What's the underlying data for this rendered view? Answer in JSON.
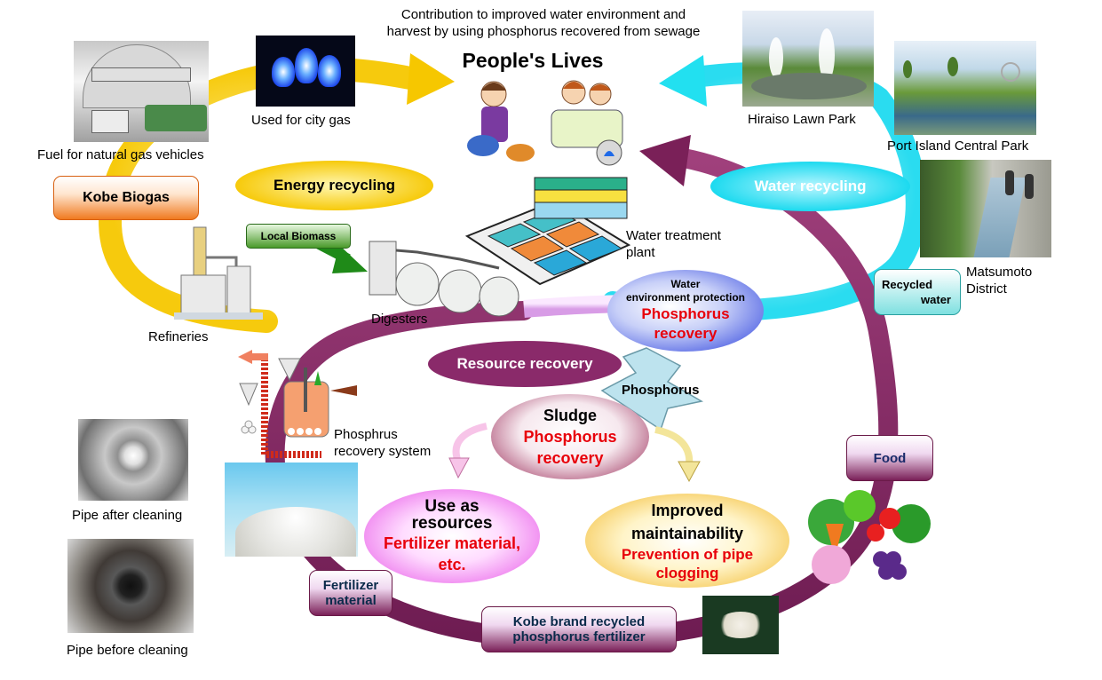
{
  "header": {
    "line1": "Contribution to improved water environment and",
    "line2": "harvest by using phosphorus recovered from sewage",
    "title": "People's Lives"
  },
  "photos": {
    "gas_station": "Fuel for natural gas vehicles",
    "gas_flame": "Used for city gas",
    "hiraiso": "Hiraiso Lawn Park",
    "port_island": "Port Island Central Park",
    "matsumoto_1": "Matsumoto",
    "matsumoto_2": "District",
    "pipe_after": "Pipe after cleaning",
    "pipe_before": "Pipe before cleaning"
  },
  "labels": {
    "kobe_biogas": "Kobe Biogas",
    "energy_recycling": "Energy recycling",
    "water_recycling": "Water recycling",
    "local_biomass": "Local Biomass",
    "water_treatment_1": "Water treatment",
    "water_treatment_2": "plant",
    "recycled_water_1": "Recycled",
    "recycled_water_2": "water",
    "refineries": "Refineries",
    "digesters": "Digesters",
    "resource_recovery": "Resource recovery",
    "phosphorus": "Phosphorus",
    "phosphrus_system_1": "Phosphrus",
    "phosphrus_system_2": "recovery system",
    "food": "Food",
    "fertilizer_material_1": "Fertilizer",
    "fertilizer_material_2": "material",
    "kobe_brand_1": "Kobe brand recycled",
    "kobe_brand_2": "phosphorus fertilizer"
  },
  "water_env": {
    "line1": "Water",
    "line2": "environment protection",
    "red1": "Phosphorus",
    "red2": "recovery"
  },
  "sludge": {
    "title": "Sludge",
    "red1": "Phosphorus",
    "red2": "recovery"
  },
  "use_resources": {
    "line1": "Use as",
    "line2": "resources",
    "red1": "Fertilizer material,",
    "red2": "etc."
  },
  "maintain": {
    "line1": "Improved",
    "line2": "maintainability",
    "red1": "Prevention of pipe",
    "red2": "clogging"
  },
  "colors": {
    "energy_yellow": "#f6c700",
    "water_cyan": "#22e0f0",
    "resource_purple": "#8a2a6a",
    "red_text": "#e8000a",
    "kobe_orange": "#f07a20"
  }
}
